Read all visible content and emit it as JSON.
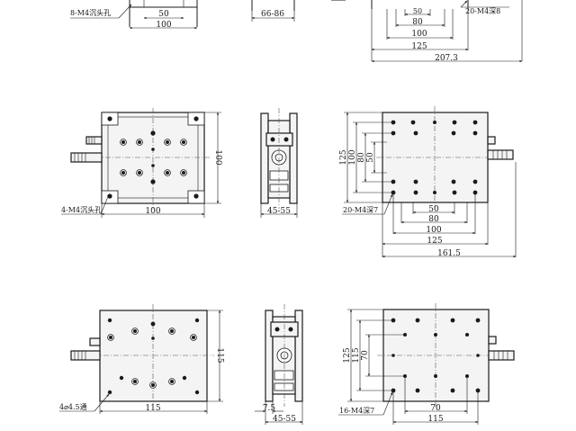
{
  "row1": {
    "front": {
      "note": "8-M4沉头孔",
      "dim_inner": "50",
      "dim_outer": "100"
    },
    "side": {
      "dim_width": "66-86"
    },
    "top": {
      "note": "20-M4深8",
      "dims": [
        "50",
        "80",
        "100",
        "125",
        "207.3"
      ]
    }
  },
  "row2": {
    "front": {
      "note": "4-M4沉头孔",
      "dim_width": "100",
      "dim_height": "100"
    },
    "side": {
      "dim_width": "45-55"
    },
    "top": {
      "note": "20-M4深7",
      "dims_h": [
        "50",
        "80",
        "100",
        "125",
        "161.5"
      ],
      "dims_v": [
        "125",
        "100",
        "80",
        "50"
      ]
    }
  },
  "row3": {
    "front": {
      "note": "4⌀4.5通",
      "dim_width": "115",
      "dim_height": "115"
    },
    "side": {
      "dim_a": "7.5",
      "dim_b": "45-55"
    },
    "top": {
      "note": "16-M4深7",
      "dims_h": [
        "70",
        "115"
      ],
      "dims_v": [
        "125",
        "115",
        "70"
      ]
    }
  }
}
